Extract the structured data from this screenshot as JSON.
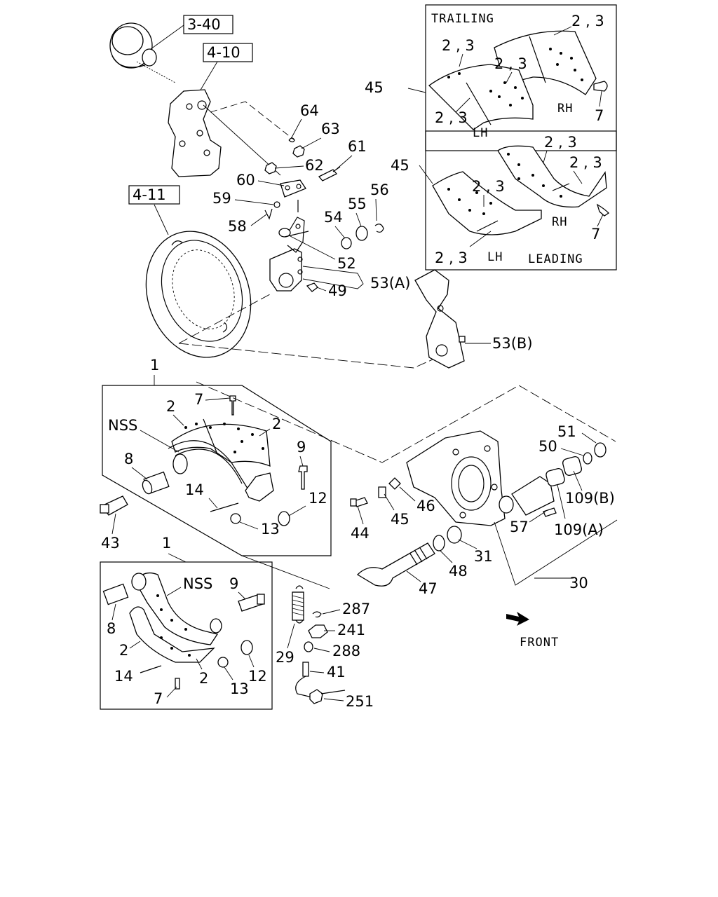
{
  "refs": {
    "r340": "3-40",
    "r410": "4-10",
    "r411": "4-11"
  },
  "boxes": {
    "trailing": {
      "title": "TRAILING",
      "rh": "RH",
      "lh": "LH"
    },
    "leading": {
      "title": "LEADING",
      "rh": "RH",
      "lh": "LH"
    }
  },
  "labels": {
    "p23": "2 , 3",
    "p45": "45",
    "p7": "7",
    "p64": "64",
    "p63": "63",
    "p62": "62",
    "p61": "61",
    "p60": "60",
    "p59": "59",
    "p58": "58",
    "p54": "54",
    "p55": "55",
    "p56": "56",
    "p52": "52",
    "p53a": "53(A)",
    "p49": "49",
    "p53b": "53(B)",
    "p1": "1",
    "p2": "2",
    "nss": "NSS",
    "p8": "8",
    "p9": "9",
    "p14": "14",
    "p12": "12",
    "p13": "13",
    "p43": "43",
    "p51": "51",
    "p50": "50",
    "p109b": "109(B)",
    "p109a": "109(A)",
    "p44": "44",
    "p46": "46",
    "p57": "57",
    "p31": "31",
    "p48": "48",
    "p47": "47",
    "p30": "30",
    "p287": "287",
    "p241": "241",
    "p288": "288",
    "p41": "41",
    "p251": "251",
    "p29": "29"
  },
  "front": "FRONT",
  "colors": {
    "ink": "#000000",
    "paper": "#ffffff"
  }
}
